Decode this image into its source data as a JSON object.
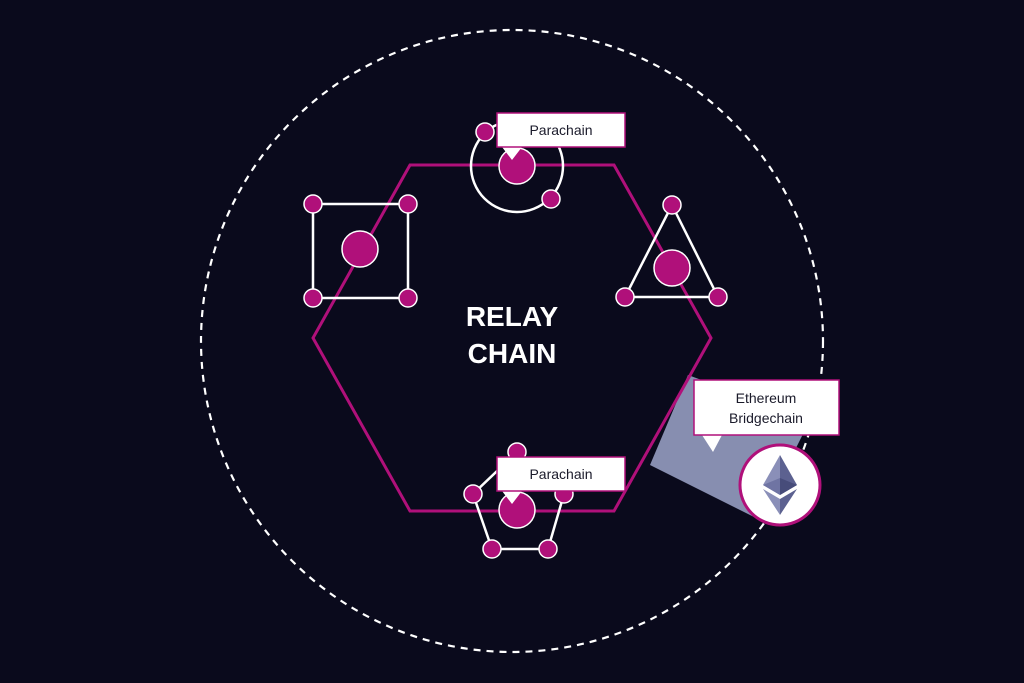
{
  "relay_chain": {
    "line1": "RELAY",
    "line2": "CHAIN"
  },
  "callouts": {
    "parachain_top": "Parachain",
    "parachain_bottom": "Parachain",
    "ethereum_line1": "Ethereum",
    "ethereum_line2": "Bridgechain"
  },
  "colors": {
    "background": "#0a0a1c",
    "accent": "#b0107a",
    "line": "#ffffff",
    "beam": "#8e96b8",
    "ethereum_gem": "#6a6f9a"
  },
  "icons": {
    "ethereum": "ethereum-diamond-icon"
  }
}
